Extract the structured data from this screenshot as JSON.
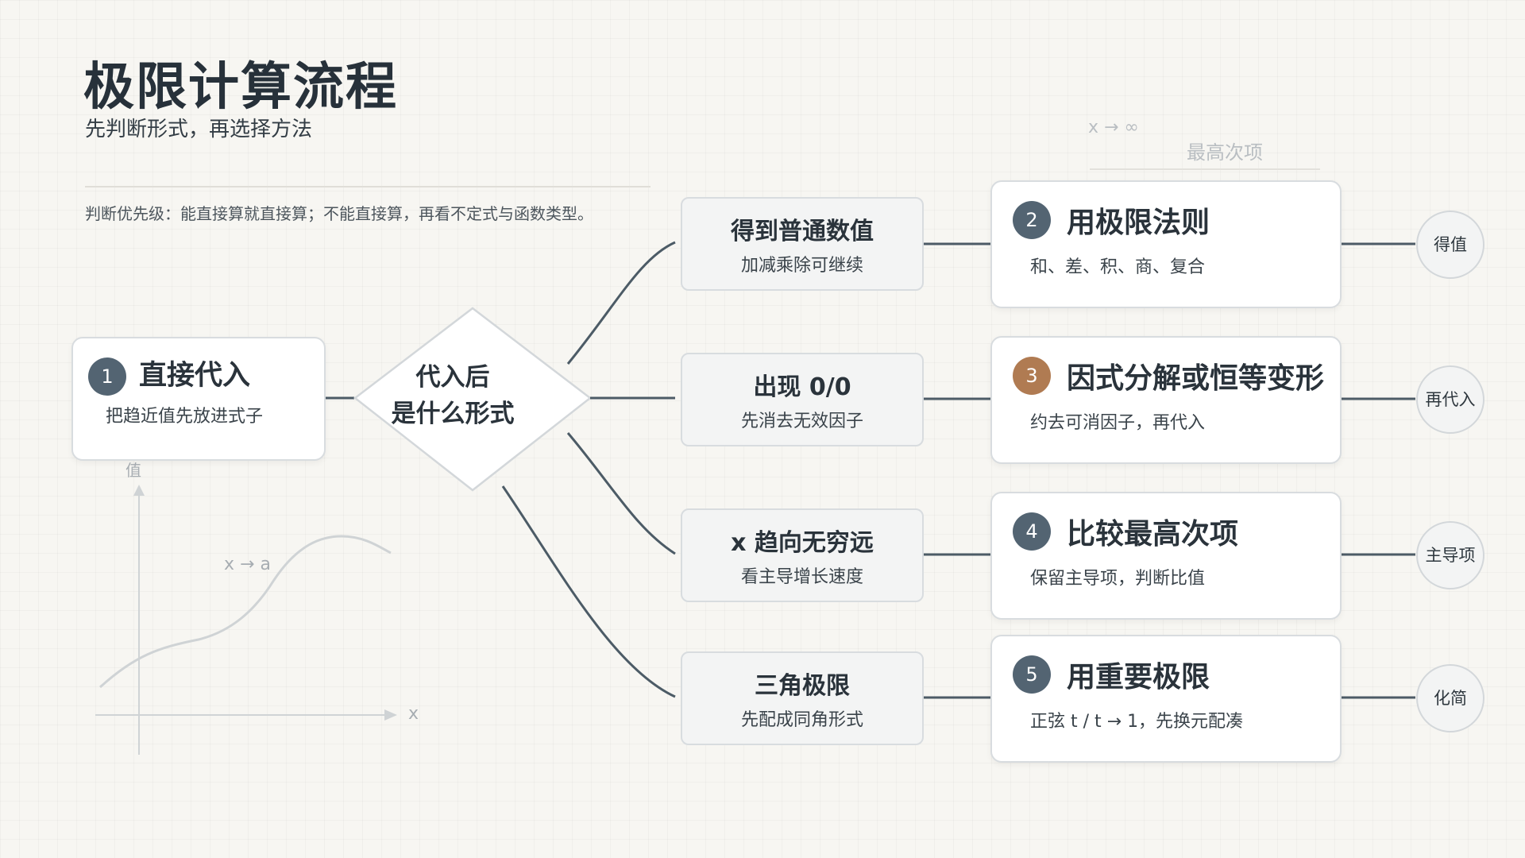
{
  "header": {
    "title": "极限计算流程",
    "subtitle": "先判断形式，再选择方法",
    "priority_note": "判断优先级：能直接算就直接算；不能直接算，再看不定式与函数类型。"
  },
  "decor": {
    "x_to_infinity": "x → ∞",
    "highest_term": "最高次项",
    "graph_y_label": "值",
    "graph_x_label": "x",
    "graph_approach": "x → a"
  },
  "start_card": {
    "number": "1",
    "title": "直接代入",
    "desc": "把趋近值先放进式子"
  },
  "decision": {
    "line1": "代入后",
    "line2": "是什么形式"
  },
  "forms": [
    {
      "title": "得到普通数值",
      "desc": "加减乘除可继续"
    },
    {
      "title": "出现 0/0",
      "desc": "先消去无效因子"
    },
    {
      "title": "x 趋向无穷远",
      "desc": "看主导增长速度"
    },
    {
      "title": "三角极限",
      "desc": "先配成同角形式"
    }
  ],
  "methods": [
    {
      "number": "2",
      "title": "用极限法则",
      "desc": "和、差、积、商、复合"
    },
    {
      "number": "3",
      "title": "因式分解或恒等变形",
      "desc": "约去可消因子，再代入"
    },
    {
      "number": "4",
      "title": "比较最高次项",
      "desc": "保留主导项，判断比值"
    },
    {
      "number": "5",
      "title": "用重要极限",
      "desc": "正弦 t / t → 1，先换元配凑"
    }
  ],
  "results": [
    "得值",
    "再代入",
    "主导项",
    "化简"
  ],
  "colors": {
    "badge_default": "#536472",
    "badge_accent": "#b07b52",
    "connector": "#4c5b66",
    "decor_line": "#d0d4d6"
  }
}
